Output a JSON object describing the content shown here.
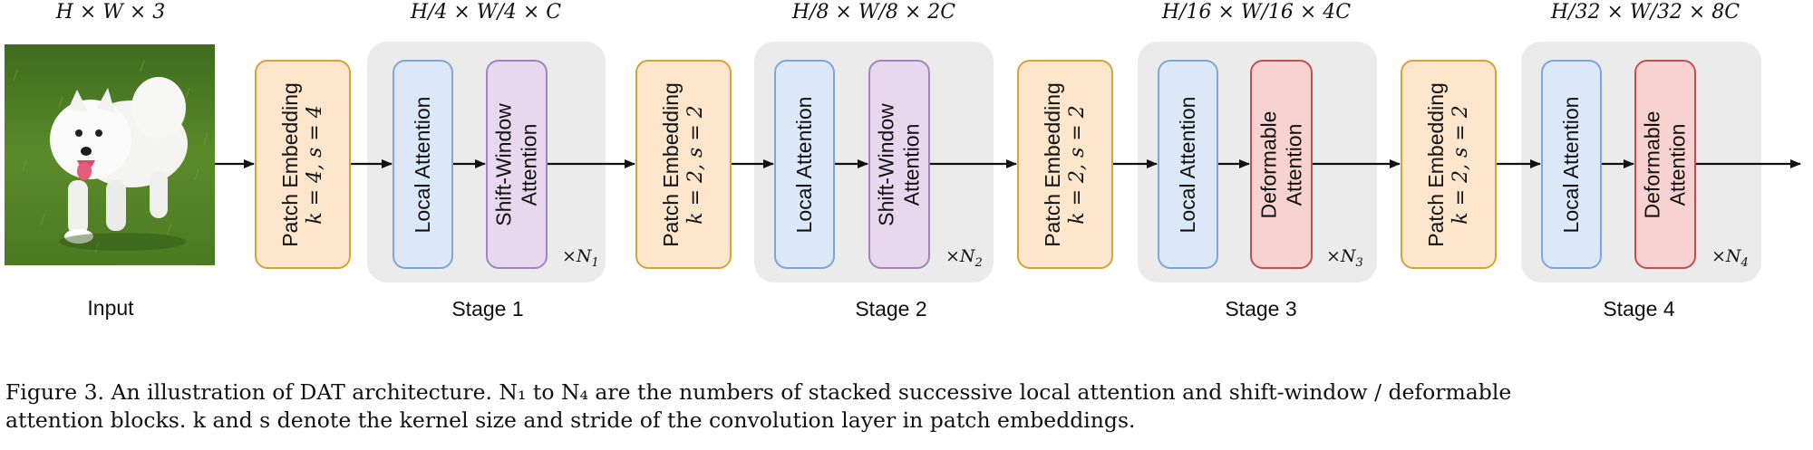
{
  "dims": {
    "input": "H × W × 3",
    "stage1": "H/4 × W/4 × C",
    "stage2": "H/8 × W/8 × 2C",
    "stage3": "H/16 × W/16 × 4C",
    "stage4": "H/32 × W/32 × 8C"
  },
  "input_label": "Input",
  "patch_embeddings": [
    {
      "title": "Patch Embedding",
      "params": "k = 4,  s = 4"
    },
    {
      "title": "Patch Embedding",
      "params": "k = 2,  s = 2"
    },
    {
      "title": "Patch Embedding",
      "params": "k = 2,  s = 2"
    },
    {
      "title": "Patch Embedding",
      "params": "k = 2,  s = 2"
    }
  ],
  "stages": [
    {
      "label": "Stage 1",
      "local": "Local Attention",
      "second_line1": "Shift-Window",
      "second_line2": "Attention",
      "mult": "×N",
      "sub": "1"
    },
    {
      "label": "Stage 2",
      "local": "Local Attention",
      "second_line1": "Shift-Window",
      "second_line2": "Attention",
      "mult": "×N",
      "sub": "2"
    },
    {
      "label": "Stage 3",
      "local": "Local Attention",
      "second_line1": "Deformable",
      "second_line2": "Attention",
      "mult": "×N",
      "sub": "3"
    },
    {
      "label": "Stage 4",
      "local": "Local Attention",
      "second_line1": "Deformable",
      "second_line2": "Attention",
      "mult": "×N",
      "sub": "4"
    }
  ],
  "caption": {
    "line1": "Figure 3. An illustration of DAT architecture. N₁ to N₄ are the numbers of stacked successive local attention and shift-window / deformable",
    "line2": "attention blocks. k and s denote the kernel size and stride of the convolution layer in patch embeddings."
  },
  "colors": {
    "patch_fill": "#fde6cc",
    "patch_border": "#d6a23a",
    "local_fill": "#dce8f8",
    "local_border": "#7ea6d8",
    "shift_fill": "#e7d8ee",
    "shift_border": "#a483bd",
    "deform_fill": "#f7d2d0",
    "deform_border": "#c0504d",
    "stage_bg": "#ebebeb"
  }
}
